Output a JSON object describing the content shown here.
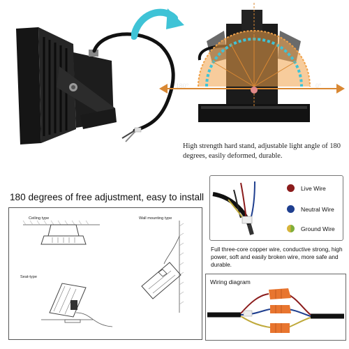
{
  "top_section": {
    "caption": "High strength hard stand, adjustable light angle of 180 degrees, easily deformed, durable.",
    "angle_left": "180°",
    "angle_right": "0°",
    "arrow_color": "#3fc3d6",
    "arc_color": "#f0a24a"
  },
  "install_section": {
    "headline": "180 degrees of free adjustment, easy to install",
    "ceiling_label": "Ceiling type",
    "wall_label": "Wall mounting type",
    "seat_label": "Seat-type"
  },
  "wires_section": {
    "items": [
      {
        "label": "Live Wire",
        "color": "#8b1c1c"
      },
      {
        "label": "Neutral Wire",
        "color": "#1f3f8f"
      },
      {
        "label": "Ground Wire",
        "color": "#7fae3a"
      }
    ],
    "description": "Full three-core copper wire, conductive strong, high power, soft and easily broken wire, more safe and durable."
  },
  "wiring_diagram": {
    "title": "Wiring diagram",
    "connector_color": "#e8752f"
  }
}
